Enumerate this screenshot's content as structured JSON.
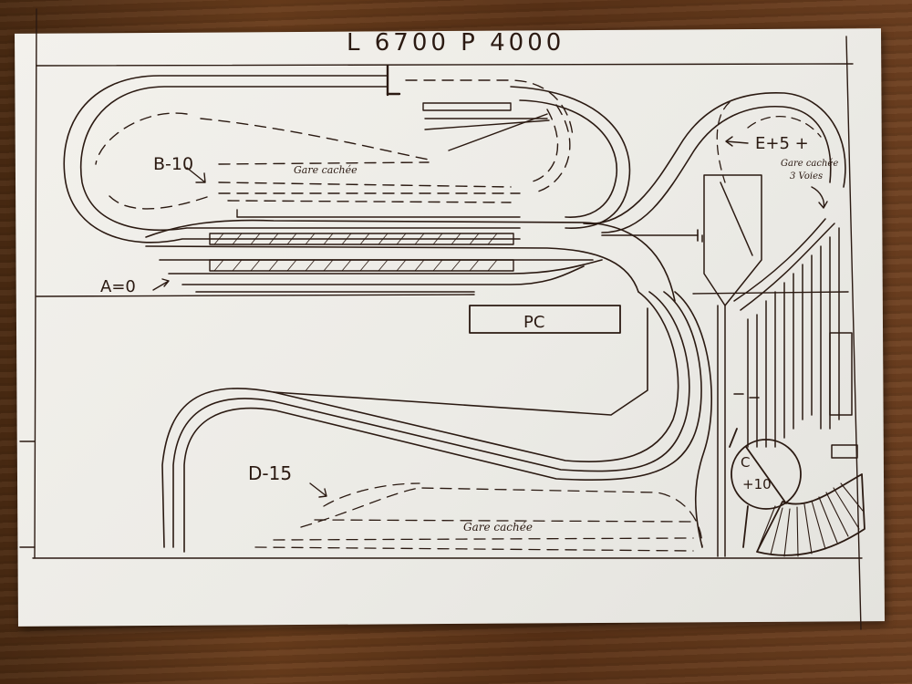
{
  "header": {
    "dimensions": "L 6700 P 4000"
  },
  "zones": [
    {
      "id": "A",
      "label": "A=0"
    },
    {
      "id": "B",
      "label": "B-10"
    },
    {
      "id": "C",
      "label_top": "C",
      "label_bottom": "+10"
    },
    {
      "id": "D",
      "label": "D-15"
    },
    {
      "id": "E",
      "label": "E+5 +"
    }
  ],
  "hidden_station_labels": {
    "upper": "Gare cachée",
    "lower": "Gare cachée",
    "right_line1": "Gare cachée",
    "right_line2": "3 Voies"
  },
  "desk": {
    "label": "PC"
  },
  "colors": {
    "ink": "#2b1a12",
    "paper": "#efeee9"
  }
}
